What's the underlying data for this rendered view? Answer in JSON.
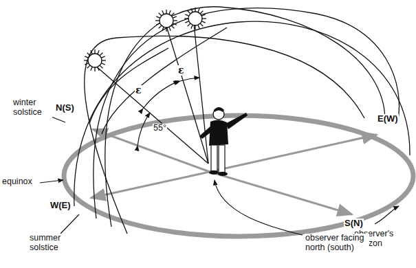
{
  "diagram": {
    "labels": [
      "winter solstice",
      "N(S)",
      "55°",
      "ε",
      "ε",
      "E(W)",
      "equinox",
      "W(E)",
      "summer solstice",
      "S(N)",
      "observer's horizon",
      "observer facing north (south)"
    ]
  }
}
